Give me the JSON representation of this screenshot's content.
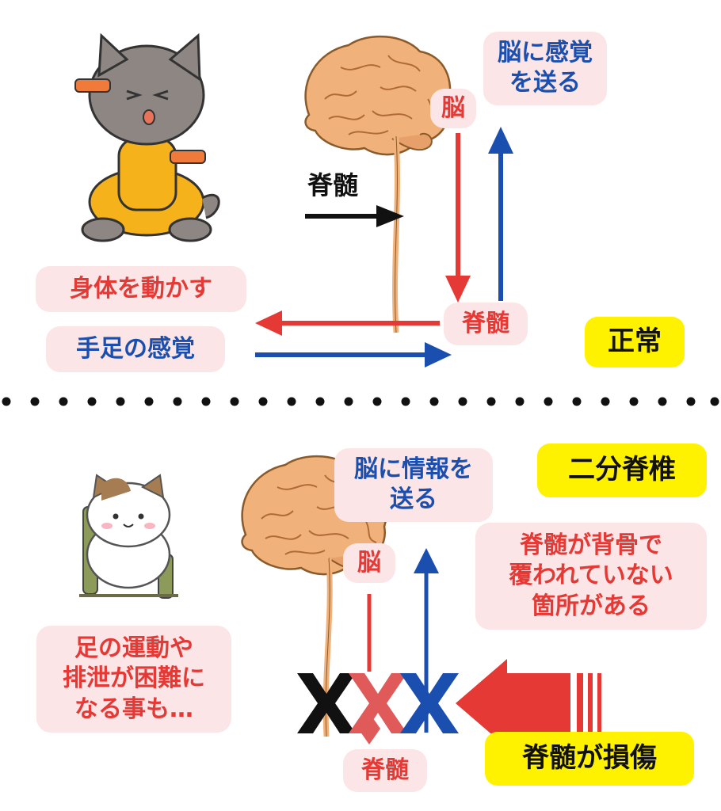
{
  "top": {
    "spinal_cord_pointer": "脊髄",
    "brain": "脳",
    "send_sensation": "脳に感覚\nを送る",
    "move_body": "身体を動かす",
    "limb_sensation": "手足の感覚",
    "spinal_cord": "脊髄",
    "badge": "正常"
  },
  "bottom": {
    "send_info": "脳に情報を\n送る",
    "badge_condition": "二分脊椎",
    "brain": "脳",
    "uncovered": "脊髄が背骨で\n覆われていない\n箇所がある",
    "effects": "足の運動や\n排泄が困難に\nなる事も…",
    "spinal_cord": "脊髄",
    "badge_damage": "脊髄が損傷"
  },
  "colors": {
    "motor_red": "#e53935",
    "sensory_blue": "#1a4fb0",
    "label_bg": "#fbe5e6",
    "badge_yellow": "#fff200",
    "brain_fill": "#f0b27a"
  },
  "icons": [
    "cat-lifting-dumbbells-icon",
    "cat-in-wheelchair-icon",
    "brain-spinal-cord-icon",
    "cross-mark-icon",
    "arrow-icon"
  ]
}
